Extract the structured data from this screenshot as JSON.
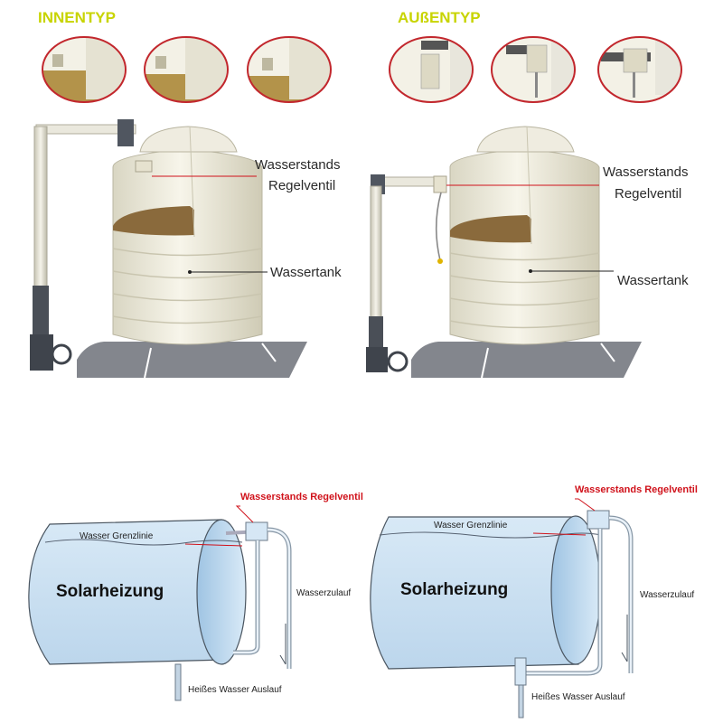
{
  "top": {
    "inner_title": "INNENTYP",
    "outer_title": "AUßENTYP",
    "valve_label_line1": "Wasserstands",
    "valve_label_line2": "Regelventil",
    "tank_label": "Wassertank"
  },
  "bottom": {
    "valve_label": "Wasserstands Regelventil",
    "water_line_label": "Wasser Grenzlinie",
    "heater_label": "Solarheizung",
    "inlet_label": "Wasserzulauf",
    "outlet_label": "Heißes Wasser Auslauf"
  },
  "colors": {
    "title_yellow": "#c8d400",
    "leader_red": "#d0121b",
    "tank_cream": "#f1efe0",
    "cylinder_blue": "#cfe3f3",
    "soil_brown": "#8a6a3c",
    "pipe_dark": "#4a4f57"
  }
}
